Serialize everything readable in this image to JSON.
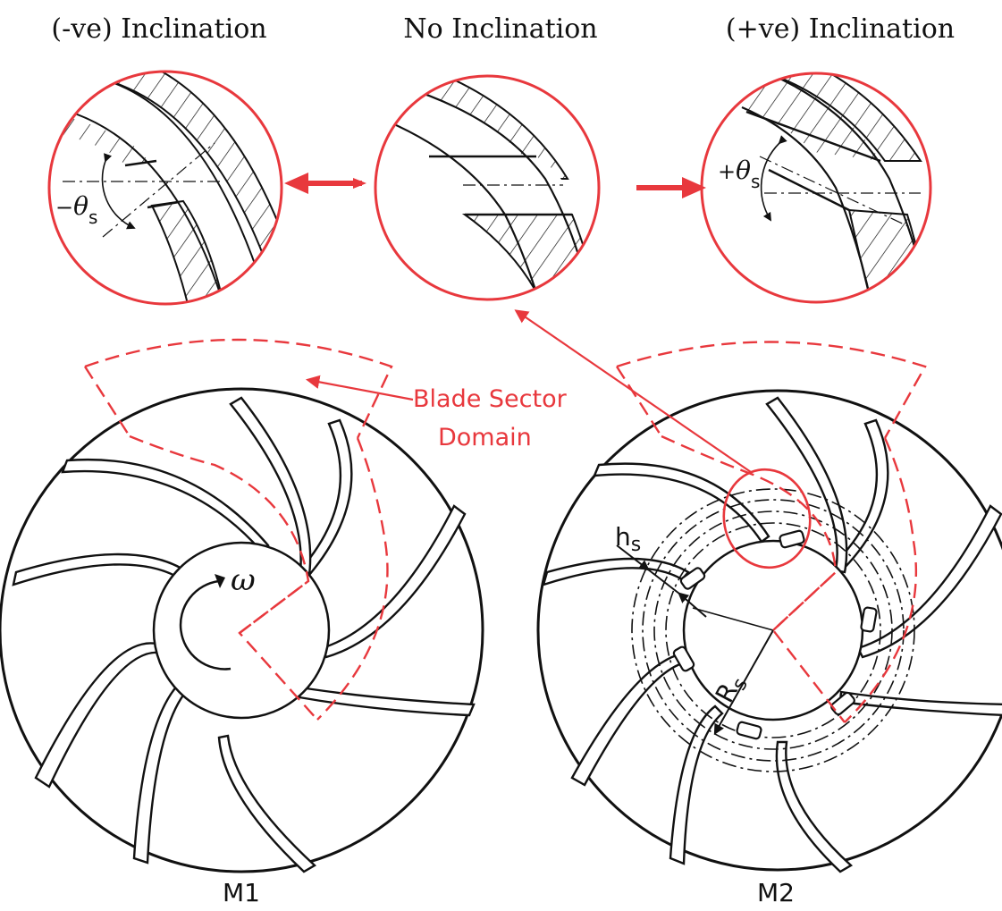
{
  "titles": {
    "negative": "(-ve) Inclination",
    "none": "No Inclination",
    "positive": "(+ve) Inclination"
  },
  "annotation": {
    "line1": "Blade Sector",
    "line2": "Domain"
  },
  "symbols": {
    "neg_theta_sign": "−",
    "pos_theta_sign": "+",
    "theta": "θ",
    "theta_sub": "s",
    "omega": "ω",
    "h": "h",
    "h_sub": "s",
    "R": "R",
    "R_sub": "s"
  },
  "models": {
    "m1": "M1",
    "m2": "M2"
  },
  "colors": {
    "accent": "#e8383d",
    "ink": "#111111",
    "background": "#ffffff"
  }
}
